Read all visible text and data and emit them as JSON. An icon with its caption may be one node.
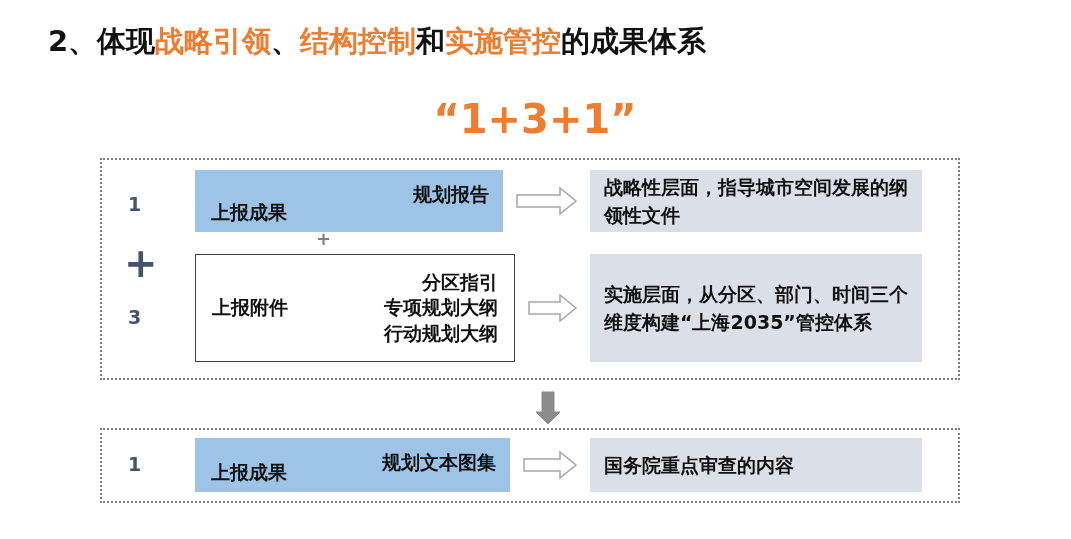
{
  "diagram": {
    "title": "2、体现**战略引领**、**结构控制**和**实施管控**的成果体系",
    "nodes": [
      {
        "text": [],
        "shape": "box"
      },
      {
        "text": [
          "上报成果",
          "规划报告"
        ],
        "in": 0
      },
      {
        "text": [
          "战略性层面，指导城市空间发展的纲领性文件"
        ],
        "in": 0
      },
      {
        "text": [
          "上报附件",
          "分区指引",
          "专项规划大纲",
          "行动规划大纲"
        ],
        "in": 0
      },
      {
        "text": [
          "实施层面，从分区、部门、时间三个维度构建“上海2035”管控体系"
        ],
        "in": 0
      },
      {
        "text": [],
        "shape": "box"
      },
      {
        "text": [
          "上报成果",
          "规划文本图集"
        ],
        "in": 5
      },
      {
        "text": [
          "国务院重点审查的内容"
        ],
        "in": 5
      }
    ],
    "edges": [
      {
        "from": 1,
        "to": 2,
        "arrow": "to"
      },
      {
        "from": 3,
        "to": 4,
        "arrow": "to"
      },
      {
        "from": 0,
        "to": 5,
        "arrow": "to",
        "style": "thick",
        "color": "#8c8c8c"
      },
      {
        "from": 6,
        "to": 7,
        "arrow": "to"
      }
    ],
    "labels": [
      "“1+3+1”",
      "1",
      "+",
      "+",
      "3",
      "1"
    ]
  }
}
